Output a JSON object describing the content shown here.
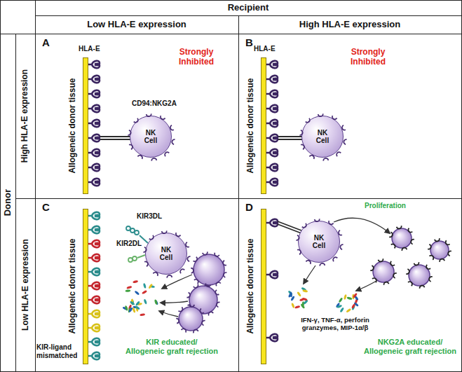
{
  "diagram": {
    "nodes": [
      {
        "text": [
          "Recipient"
        ]
      },
      {
        "text": [
          "Low HLA-E expression"
        ]
      },
      {
        "text": [
          "High HLA-E expression"
        ]
      },
      {
        "text": [
          "Donor"
        ]
      },
      {
        "text": [
          "High HLA-E expression"
        ]
      },
      {
        "text": [
          "Low HLA-E expression"
        ]
      },
      {
        "text": [
          "A"
        ]
      },
      {
        "text": [
          "Allogeneic donor tissue"
        ],
        "in": 6
      },
      {
        "text": [
          "NK Cell"
        ],
        "in": 6
      },
      {
        "text": [
          "B"
        ]
      },
      {
        "text": [
          "Allogeneic donor tissue"
        ],
        "in": 9
      },
      {
        "text": [
          "NK Cell"
        ],
        "in": 9
      },
      {
        "text": [
          "C"
        ]
      },
      {
        "text": [
          "Allogeneic donor tissue"
        ],
        "in": 12
      },
      {
        "text": [
          "NK Cell"
        ],
        "in": 12
      },
      {
        "text": [
          "D"
        ]
      },
      {
        "text": [
          "Allogeneic donor tissue"
        ],
        "in": 15
      },
      {
        "text": [
          "NK Cell"
        ],
        "in": 15
      }
    ],
    "labels": [
      "HLA-E",
      "Strongly Inhibited",
      "CD94:NKG2A",
      "HLA-E",
      "Strongly Inhibited",
      "KIR3DL",
      "KIR2DL",
      "KIR-ligand mismatched",
      "KIR educated/ Allogeneic graft rejection",
      "Proliferation",
      "IFN-γ, TNF-α, perforin granzymes, MIP-1α/β",
      "NKG2A educated/ Allogeneic graft rejection"
    ]
  }
}
